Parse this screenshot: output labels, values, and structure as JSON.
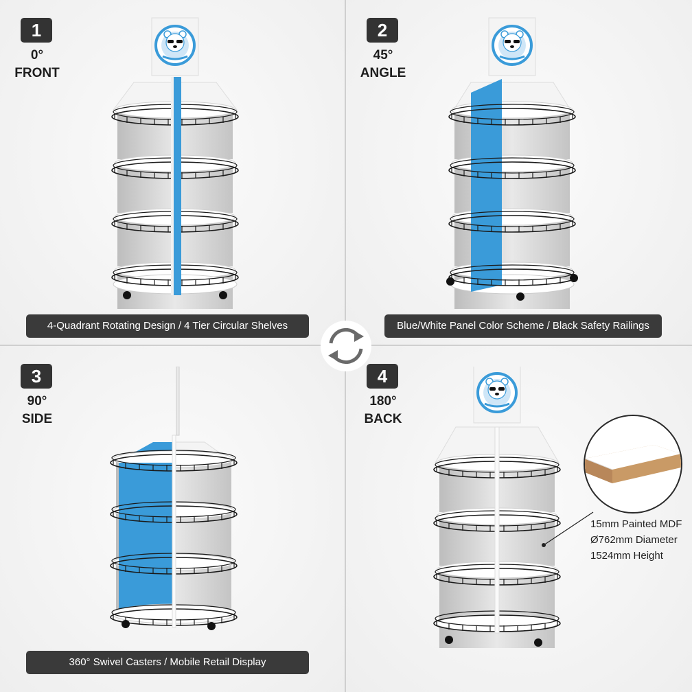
{
  "views": [
    {
      "num": "1",
      "degree": "0°",
      "name": "FRONT",
      "caption": "4-Quadrant Rotating Design / 4 Tier Circular Shelves"
    },
    {
      "num": "2",
      "degree": "45°",
      "name": "ANGLE",
      "caption": "Blue/White Panel Color Scheme / Black Safety Railings"
    },
    {
      "num": "3",
      "degree": "90°",
      "name": "SIDE",
      "caption": "360° Swivel Casters / Mobile Retail Display"
    },
    {
      "num": "4",
      "degree": "180°",
      "name": "BACK",
      "caption": ""
    }
  ],
  "specs": [
    "15mm Painted MDF",
    "Ø762mm Diameter",
    "1524mm Height"
  ],
  "colors": {
    "panel_blue": "#3a9bd9",
    "panel_white": "#f5f5f5",
    "railing": "#1a1a1a",
    "badge": "#333333"
  },
  "icons": {
    "rotate": "rotate-arrows-icon",
    "logo": "teddy-bear-logo"
  }
}
